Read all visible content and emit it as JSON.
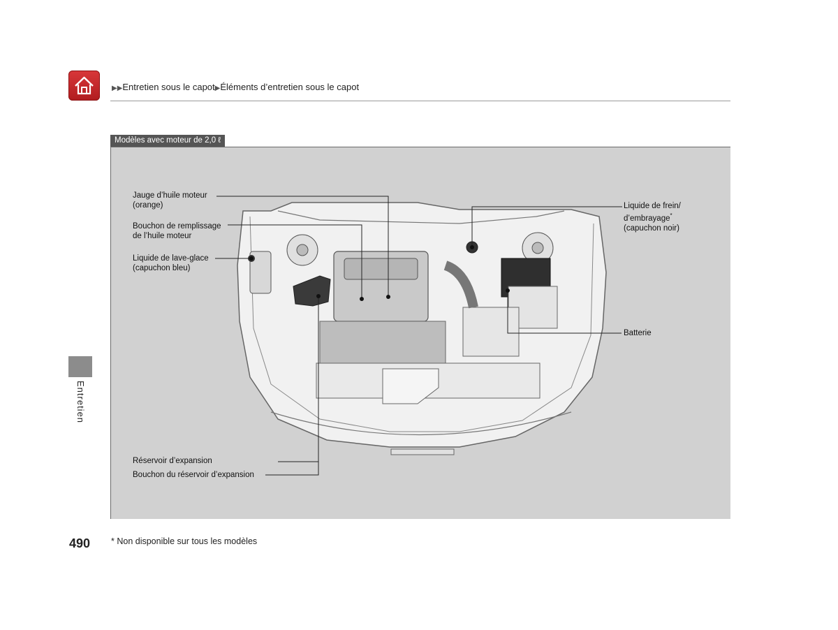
{
  "header": {
    "breadcrumb_1": "Entretien sous le capot",
    "breadcrumb_2": "Éléments d’entretien sous le capot"
  },
  "sidebar": {
    "section_label": "Entretien"
  },
  "figure": {
    "model_tag": "Modèles avec moteur de 2,0 ℓ",
    "labels": {
      "oil_dipstick_1": "Jauge d’huile moteur",
      "oil_dipstick_2": "(orange)",
      "oil_filler_1": "Bouchon de remplissage",
      "oil_filler_2": "de l’huile moteur",
      "washer_1": "Liquide de lave-glace",
      "washer_2": "(capuchon bleu)",
      "brake_1": "Liquide de frein/",
      "brake_2": "d’embrayage",
      "brake_2_mark": "*",
      "brake_3": "(capuchon noir)",
      "battery": "Batterie",
      "reservoir": "Réservoir d’expansion",
      "reservoir_cap": "Bouchon du réservoir d’expansion"
    }
  },
  "footer": {
    "page_number": "490",
    "footnote": "* Non disponible sur tous les modèles"
  },
  "colors": {
    "home_button": "#c62a2d",
    "panel": "#d1d1d1",
    "tag": "#555555"
  }
}
